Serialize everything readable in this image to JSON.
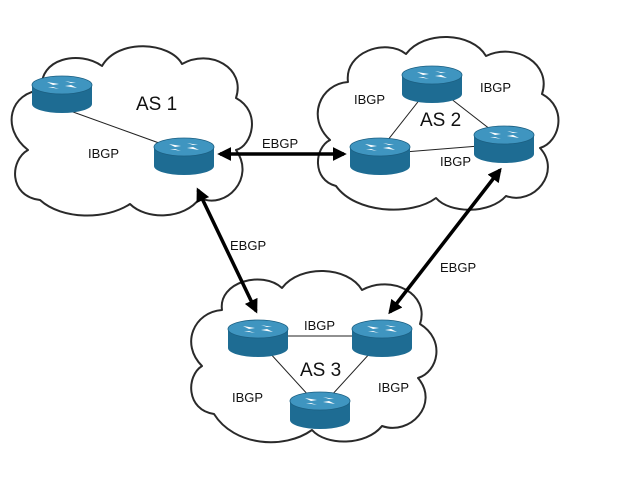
{
  "clouds": [
    {
      "id": "as1",
      "label": "AS 1"
    },
    {
      "id": "as2",
      "label": "AS 2"
    },
    {
      "id": "as3",
      "label": "AS 3"
    }
  ],
  "routers": [
    {
      "id": "as1-r1",
      "as": "AS 1",
      "icon": "router-icon"
    },
    {
      "id": "as1-r2",
      "as": "AS 1",
      "icon": "router-icon"
    },
    {
      "id": "as2-r1",
      "as": "AS 2",
      "icon": "router-icon"
    },
    {
      "id": "as2-r2",
      "as": "AS 2",
      "icon": "router-icon"
    },
    {
      "id": "as2-r3",
      "as": "AS 2",
      "icon": "router-icon"
    },
    {
      "id": "as3-r1",
      "as": "AS 3",
      "icon": "router-icon"
    },
    {
      "id": "as3-r2",
      "as": "AS 3",
      "icon": "router-icon"
    },
    {
      "id": "as3-r3",
      "as": "AS 3",
      "icon": "router-icon"
    }
  ],
  "ibgp_links": [
    {
      "from": "as1-r1",
      "to": "as1-r2",
      "label": "IBGP"
    },
    {
      "from": "as2-r2",
      "to": "as2-r1",
      "label": "IBGP"
    },
    {
      "from": "as2-r1",
      "to": "as2-r3",
      "label": "IBGP"
    },
    {
      "from": "as2-r2",
      "to": "as2-r3",
      "label": "IBGP"
    },
    {
      "from": "as3-r1",
      "to": "as3-r2",
      "label": "IBGP"
    },
    {
      "from": "as3-r1",
      "to": "as3-r3",
      "label": "IBGP"
    },
    {
      "from": "as3-r2",
      "to": "as3-r3",
      "label": "IBGP"
    }
  ],
  "ebgp_links": [
    {
      "from": "as1-r2",
      "to": "as2-r2",
      "label": "EBGP"
    },
    {
      "from": "as1-r2",
      "to": "as3-r1",
      "label": "EBGP"
    },
    {
      "from": "as2-r3",
      "to": "as3-r2",
      "label": "EBGP"
    }
  ],
  "colors": {
    "router_body": "#1e6c93",
    "router_top": "#3f95c0",
    "cloud_outline": "#2a2a2a",
    "link": "#000000"
  }
}
